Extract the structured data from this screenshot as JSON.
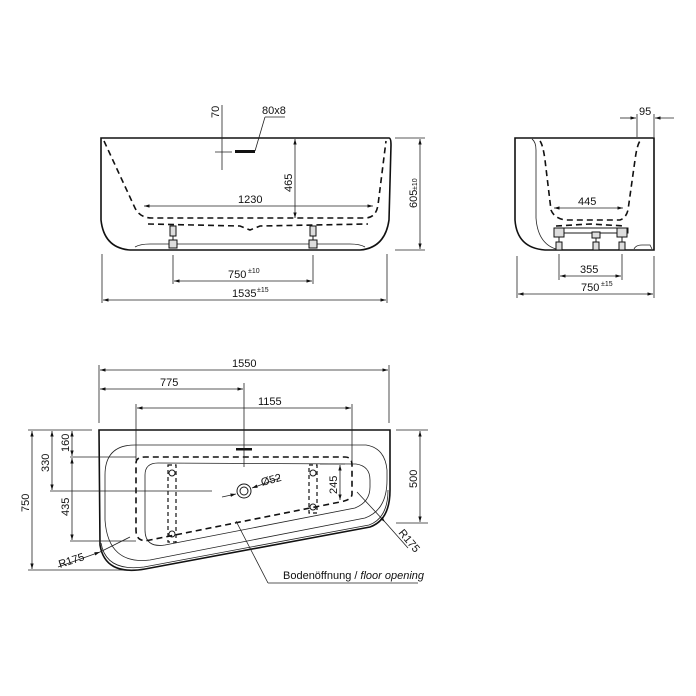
{
  "front_view": {
    "dim_70": "70",
    "dim_80x8": "80x8",
    "dim_465": "465",
    "dim_1230": "1230",
    "dim_605": "605",
    "dim_605_tol": "±10",
    "dim_750": "750",
    "dim_750_tol": "±10",
    "dim_1535": "1535",
    "dim_1535_tol": "±15"
  },
  "side_view": {
    "dim_95": "95",
    "dim_445": "445",
    "dim_355": "355",
    "dim_750": "750",
    "dim_750_tol": "±15"
  },
  "top_view": {
    "dim_1550": "1550",
    "dim_775": "775",
    "dim_1155": "1155",
    "dim_160": "160",
    "dim_330": "330",
    "dim_435": "435",
    "dim_750": "750",
    "dim_500": "500",
    "dim_245": "245",
    "dim_d52": "Ø52",
    "dim_r175_left": "R175",
    "dim_r175_right": "R175",
    "floor_opening_de": "Bodenöffnung /",
    "floor_opening_en": "floor opening"
  }
}
